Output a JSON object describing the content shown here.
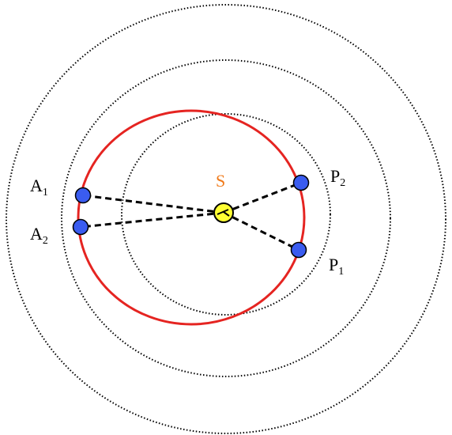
{
  "diagram": {
    "colors": {
      "background": "#ffffff",
      "orbit_red": "#e52421",
      "ring_dotted": "#000000",
      "point_fill": "#3a5cf0",
      "point_stroke": "#000000",
      "sun_fill": "#ffff33",
      "sun_label": "#f07a1a",
      "connector": "#000000"
    },
    "sun": {
      "label": "S",
      "icon": "sun-marker-icon"
    },
    "points": [
      {
        "id": "A1",
        "base": "A",
        "sub": "1"
      },
      {
        "id": "A2",
        "base": "A",
        "sub": "2"
      },
      {
        "id": "P2",
        "base": "P",
        "sub": "2"
      },
      {
        "id": "P1",
        "base": "P",
        "sub": "1"
      }
    ],
    "rings": {
      "style": "dotted",
      "count": 3
    },
    "orbit": {
      "style": "solid"
    },
    "connectors": {
      "style": "dashed",
      "from": "sun",
      "to": [
        "A1",
        "A2",
        "P2",
        "P1"
      ]
    }
  }
}
